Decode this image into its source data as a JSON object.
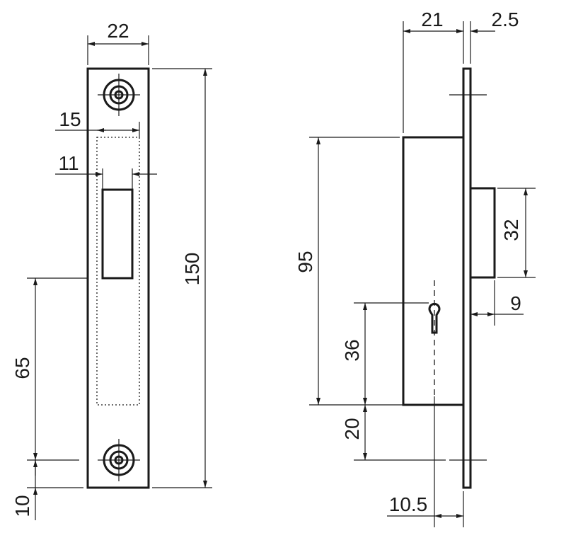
{
  "dimensions": {
    "strike_width": "22",
    "bolt_opening_outer": "15",
    "bolt_opening_inner": "11",
    "total_height": "150",
    "bottom_to_center": "65",
    "bottom_offset": "10",
    "case_depth": "21",
    "faceplate_thickness": "2.5",
    "case_height": "95",
    "bolt_height": "32",
    "bolt_projection": "9",
    "keyhole_height": "36",
    "bottom_margin": "20",
    "backset": "10.5"
  }
}
